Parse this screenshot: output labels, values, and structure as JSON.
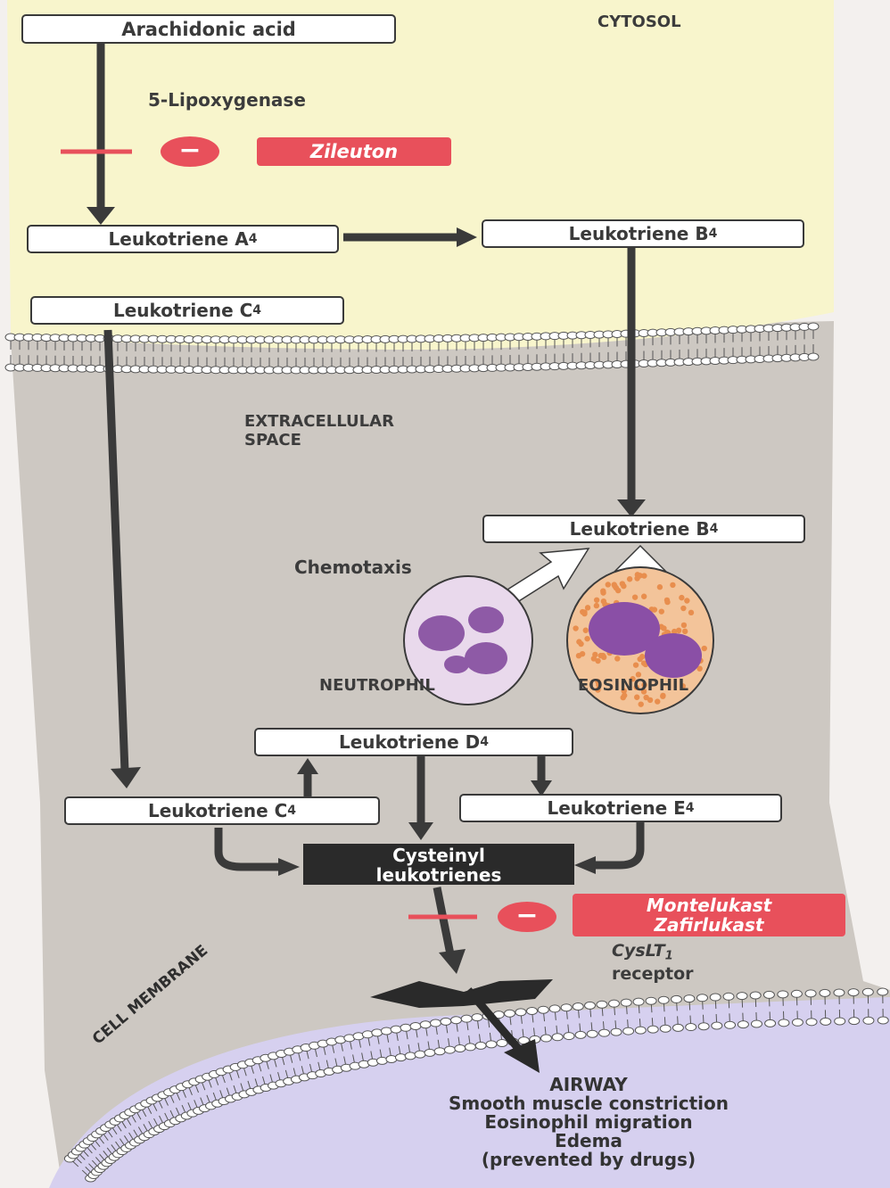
{
  "regions": {
    "cytosol": "CYTOSOL",
    "extracellular": [
      "EXTRACELLULAR",
      "SPACE"
    ],
    "cell_membrane": "CELL MEMBRANE"
  },
  "nodes": {
    "arachidonic": "Arachidonic acid",
    "lta4": "Leukotriene A",
    "ltb4_top": "Leukotriene B",
    "ltc4_top": "Leukotriene C",
    "ltb4_mid": "Leukotriene B",
    "ltd4": "Leukotriene D",
    "ltc4_bottom": "Leukotriene C",
    "lte4": "Leukotriene E",
    "cysteinyl": [
      "Cysteinyl",
      "leukotrienes"
    ],
    "subscript": "4"
  },
  "enzyme": "5-Lipoxygenase",
  "drugs": {
    "zileuton": "Zileuton",
    "montelukast": "Montelukast",
    "zafirlukast": "Zafirlukast"
  },
  "inhibit_symbol": "−",
  "cells": {
    "chemotaxis": "Chemotaxis",
    "neutrophil": "NEUTROPHIL",
    "eosinophil": "EOSINOPHIL"
  },
  "receptor": {
    "name": "CysLT",
    "subscript": "1",
    "line2": "receptor"
  },
  "airway": {
    "title": "AIRWAY",
    "effects": [
      "Smooth muscle constriction",
      "Eosinophil migration",
      "Edema",
      "(prevented by drugs)"
    ]
  },
  "colors": {
    "cytosol_bg": "#f8f5cc",
    "extracellular_bg": "#cfcac4",
    "airway_bg": "#d8d2ef",
    "drug_red": "#e8505b",
    "arrow": "#3a3a3a"
  }
}
